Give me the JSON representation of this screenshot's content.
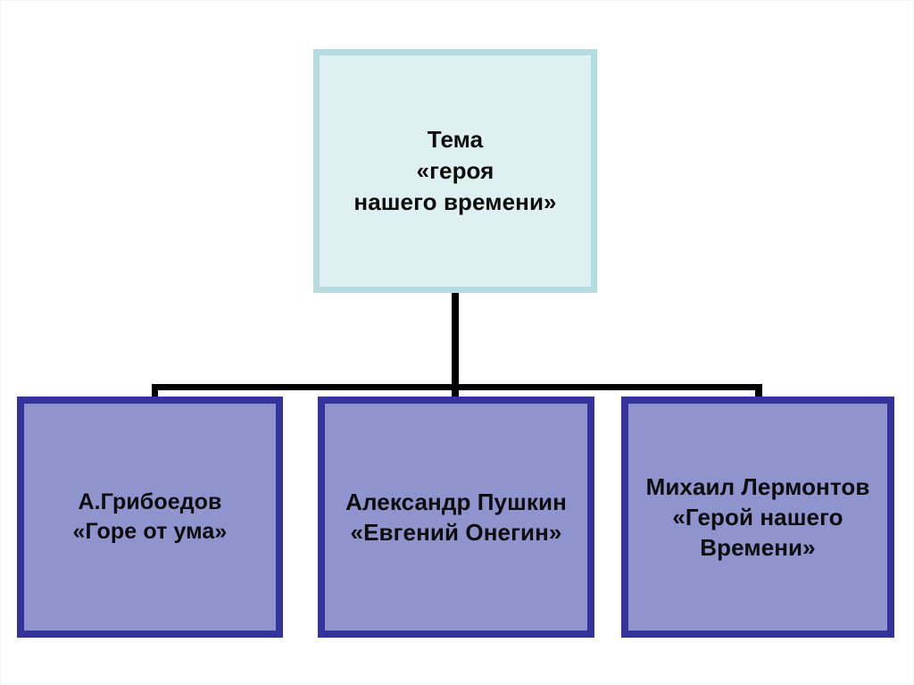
{
  "diagram": {
    "type": "hierarchy-tree",
    "background_color": "#ffffff",
    "root": {
      "id": "theme",
      "lines": [
        "Тема",
        "«героя",
        "нашего времени»"
      ],
      "fill_color": "#dff0f2",
      "border_color": "#b4dde2",
      "text_color": "#0d0d0d"
    },
    "children": [
      {
        "id": "griboedov",
        "lines": [
          "А.Грибоедов",
          "«Горе от ума»"
        ],
        "author": "А.Грибоедов",
        "work": "«Горе от ума»",
        "fill_color": "#9094ce",
        "border_color": "#33339b",
        "text_color": "#0d0d0d"
      },
      {
        "id": "pushkin",
        "lines": [
          "Александр Пушкин",
          "«Евгений Онегин»"
        ],
        "author": "Александр Пушкин",
        "work": "«Евгений Онегин»",
        "fill_color": "#9094ce",
        "border_color": "#33339b",
        "text_color": "#0d0d0d"
      },
      {
        "id": "lermontov",
        "lines": [
          "Михаил Лермонтов",
          "«Герой нашего",
          "Времени»"
        ],
        "author": "Михаил Лермонтов",
        "work": "«Герой нашего Времени»",
        "fill_color": "#9094ce",
        "border_color": "#33339b",
        "text_color": "#0d0d0d"
      }
    ],
    "connector_color": "#000000"
  }
}
